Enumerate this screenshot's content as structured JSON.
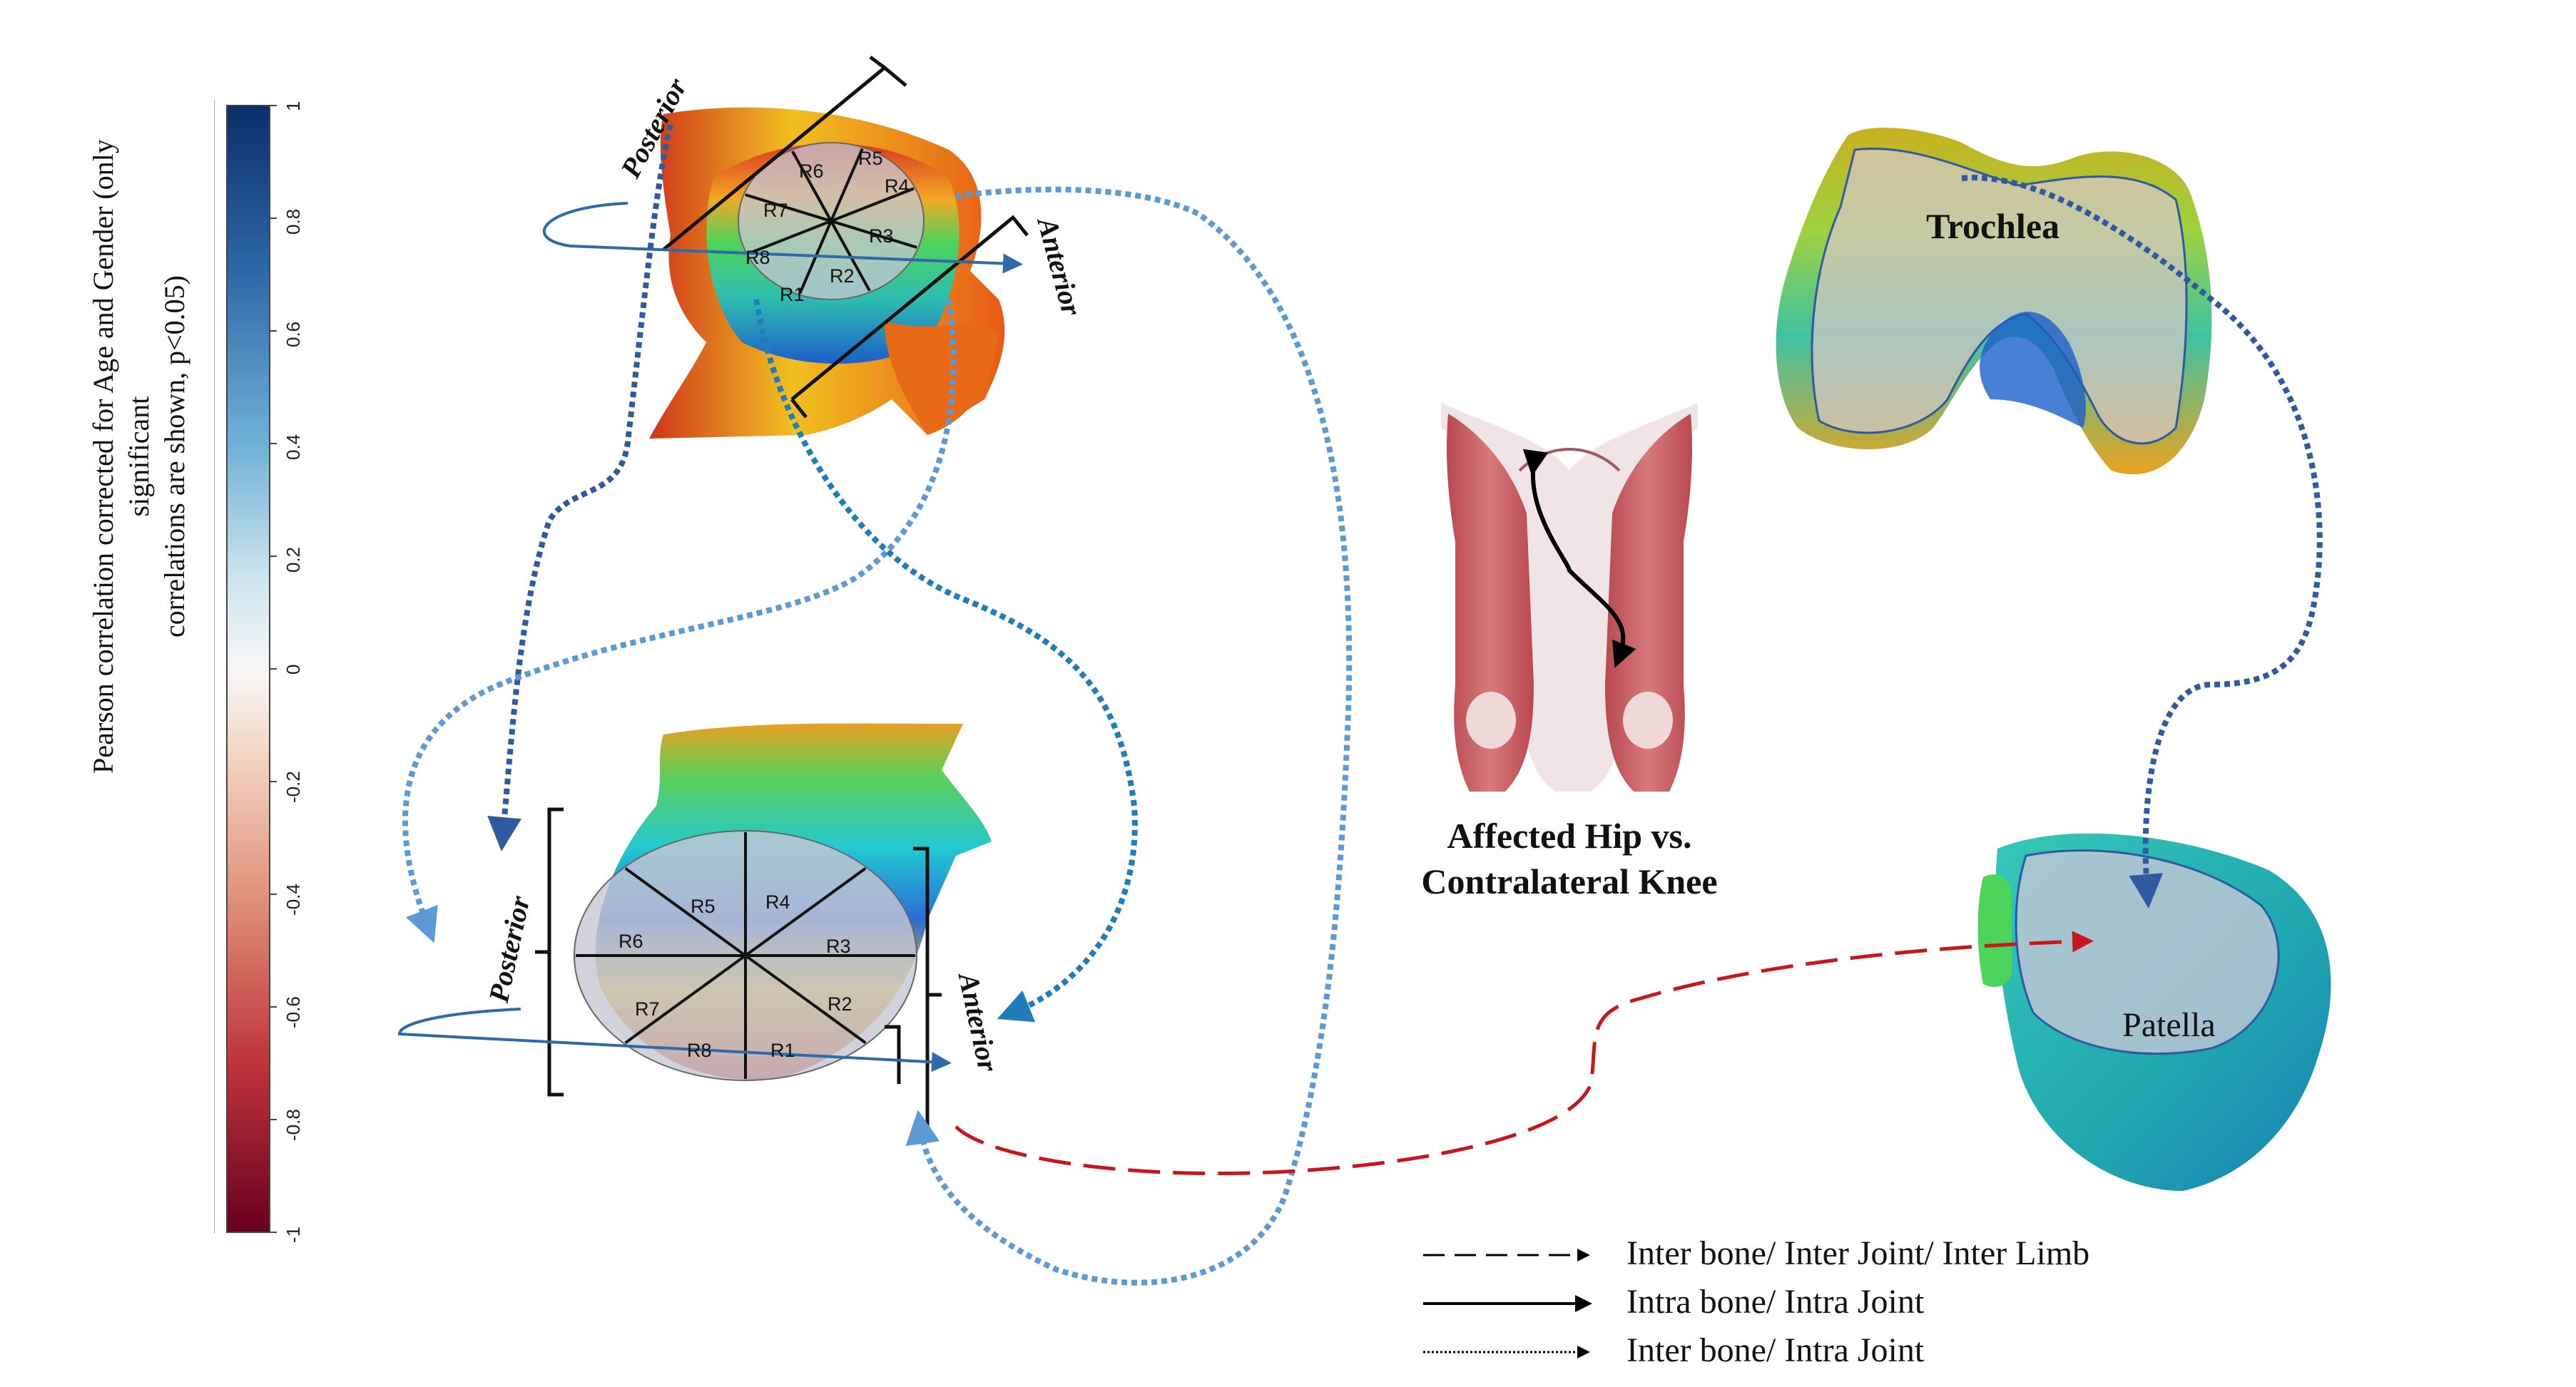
{
  "colorbar": {
    "title_line1": "Pearson correlation corrected for Age and Gender (only significant",
    "title_line2": "correlations are shown, p<0.05)",
    "ticks": [
      "1",
      "0.8",
      "0.6",
      "0.4",
      "0.2",
      "0",
      "-0.2",
      "-0.4",
      "-0.6",
      "-0.8",
      "-1"
    ],
    "colors": {
      "top": "#0b2f6b",
      "mid_high": "#4f9ac6",
      "mid": "#f7f7f7",
      "mid_low": "#e0937a",
      "bottom": "#67001f"
    }
  },
  "acetabulum": {
    "direction_posterior": "Posterior",
    "direction_anterior": "Anterior",
    "regions": [
      "R1",
      "R2",
      "R3",
      "R4",
      "R5",
      "R6",
      "R7",
      "R8"
    ]
  },
  "femoral_head": {
    "direction_posterior": "Posterior",
    "direction_anterior": "Anterior",
    "regions": [
      "R1",
      "R2",
      "R3",
      "R4",
      "R5",
      "R6",
      "R7",
      "R8"
    ]
  },
  "center": {
    "caption_line1": "Affected Hip vs.",
    "caption_line2": "Contralateral Knee"
  },
  "knee": {
    "trochlea_label": "Trochlea",
    "patella_label": "Patella"
  },
  "legend": [
    {
      "style": "dashed",
      "label": "Inter bone/ Inter Joint/ Inter Limb"
    },
    {
      "style": "solid",
      "label": "Intra bone/ Intra Joint"
    },
    {
      "style": "dotted",
      "label": "Inter bone/ Intra Joint"
    }
  ],
  "arrow_colors": {
    "dark_blue": "#2f5aa0",
    "mid_blue": "#1f7db8",
    "light_blue": "#5b9ad5",
    "red": "#c8161d"
  }
}
